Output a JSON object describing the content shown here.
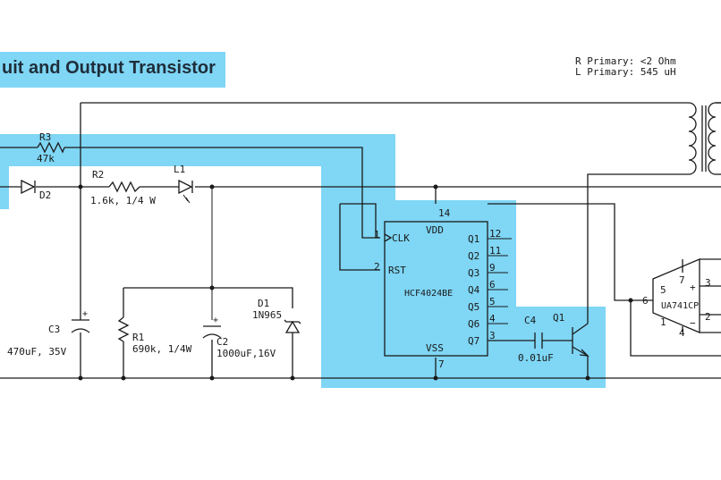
{
  "title": "uit and Output Transistor",
  "specs": {
    "r_primary": "R Primary: <2 Ohm",
    "l_primary": "L Primary: 545 uH"
  },
  "components": {
    "r3": {
      "ref": "R3",
      "value": "47k"
    },
    "d2": {
      "ref": "D2"
    },
    "r2": {
      "ref": "R2",
      "value": "1.6k, 1/4 W"
    },
    "l1": {
      "ref": "L1"
    },
    "c3": {
      "ref": "C3",
      "value": "470uF, 35V"
    },
    "r1": {
      "ref": "R1",
      "value": "690k, 1/4W"
    },
    "c2": {
      "ref": "C2",
      "value": "1000uF,16V"
    },
    "d1": {
      "ref": "D1",
      "value": "1N965"
    },
    "c4": {
      "ref": "C4",
      "value": "0.01uF"
    },
    "q1": {
      "ref": "Q1"
    },
    "opamp": {
      "name": "UA741CP"
    }
  },
  "ic": {
    "name": "HCF4024BE",
    "pins": {
      "clk": "CLK",
      "rst": "RST",
      "vdd": "VDD",
      "vss": "VSS",
      "q1": "Q1",
      "q2": "Q2",
      "q3": "Q3",
      "q4": "Q4",
      "q5": "Q5",
      "q6": "Q6",
      "q7": "Q7"
    },
    "pin_numbers": {
      "p1": "1",
      "p2": "2",
      "p14": "14",
      "p7": "7",
      "p12": "12",
      "p11": "11",
      "p9": "9",
      "p6": "6",
      "p5": "5",
      "p4": "4",
      "p3": "3"
    }
  },
  "opamp_pins": {
    "p5": "5",
    "p7": "7",
    "p3": "3",
    "p6": "6",
    "p1": "1",
    "p4": "4",
    "p2": "2",
    "plus": "+",
    "minus": "−"
  }
}
